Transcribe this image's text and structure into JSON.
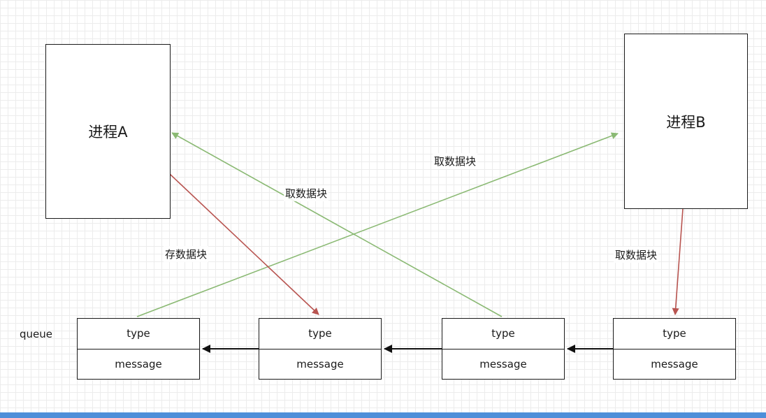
{
  "colors": {
    "green": "#8ab973",
    "red": "#b85450",
    "black": "#111111",
    "scrollbar": "#4e8fd9"
  },
  "processes": {
    "a": "进程A",
    "b": "进程B"
  },
  "queue": {
    "label": "queue",
    "nodes": [
      {
        "type": "type",
        "message": "message"
      },
      {
        "type": "type",
        "message": "message"
      },
      {
        "type": "type",
        "message": "message"
      },
      {
        "type": "type",
        "message": "message"
      }
    ]
  },
  "edges": {
    "green_to_b": "取数据块",
    "green_to_a": "取数据块",
    "red_store": "存数据块",
    "red_take": "取数据块"
  }
}
